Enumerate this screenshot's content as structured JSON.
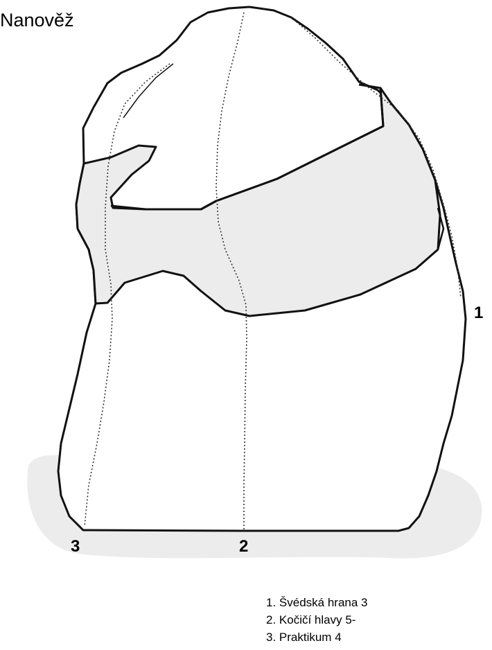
{
  "title": "Nanověž",
  "route_markers": [
    "1",
    "2",
    "3"
  ],
  "legend": [
    "1. Švédská hrana 3",
    "2. Kočičí hlavy 5-",
    "3. Praktikum 4"
  ],
  "colors": {
    "outline": "#111111",
    "shaded_band": "#ececec",
    "ground_shadow": "#ececec",
    "route_line": "#333333"
  }
}
